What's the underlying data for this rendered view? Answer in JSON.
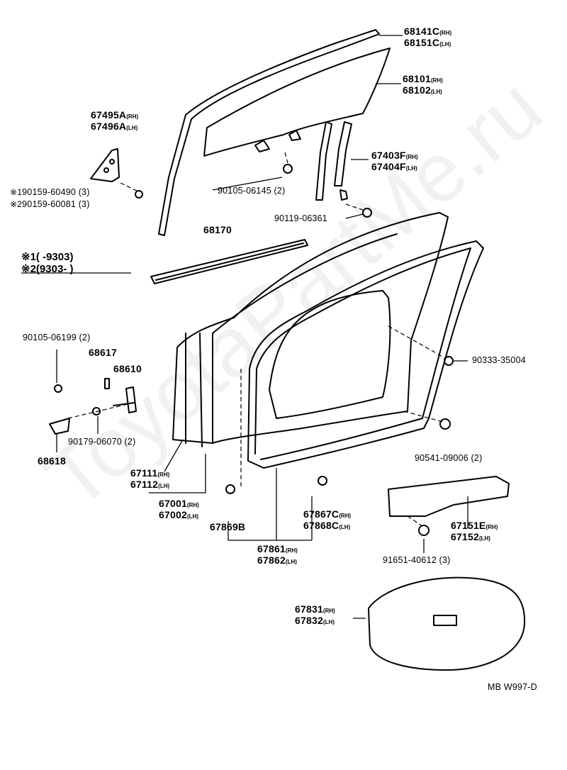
{
  "watermark": "ToyotaPartMe.ru",
  "drawing_code": "MB W997-D",
  "note": {
    "line1_mark": "※1",
    "line1_range": "(       -9303)",
    "line2_mark": "※2",
    "line2_range": "(9303-        )"
  },
  "labels": {
    "p68141": {
      "num": "68141C",
      "side": "(RH)"
    },
    "p68151": {
      "num": "68151C",
      "side": "(LH)"
    },
    "p68101": {
      "num": "68101",
      "side": "(RH)"
    },
    "p68102": {
      "num": "68102",
      "side": "(LH)"
    },
    "p67495": {
      "num": "67495A",
      "side": "(RH)"
    },
    "p67496": {
      "num": "67496A",
      "side": "(LH)"
    },
    "p67403": {
      "num": "67403F",
      "side": "(RH)"
    },
    "p67404": {
      "num": "67404F",
      "side": "(LH)"
    },
    "b90159a": {
      "mark": "※1",
      "text": "90159-60490 (3)"
    },
    "b90159b": {
      "mark": "※2",
      "text": "90159-60081 (3)"
    },
    "b90105a": "90105-06145 (2)",
    "b90119": "90119-06361",
    "p68170": "68170",
    "b90105b": "90105-06199 (2)",
    "p68617": "68617",
    "p68610": "68610",
    "b90333": "90333-35004",
    "b90179": "90179-06070 (2)",
    "p68618": "68618",
    "b90541": "90541-09006 (2)",
    "p67111": {
      "num": "67111",
      "side": "(RH)"
    },
    "p67112": {
      "num": "67112",
      "side": "(LH)"
    },
    "p67001": {
      "num": "67001",
      "side": "(RH)"
    },
    "p67002": {
      "num": "67002",
      "side": "(LH)"
    },
    "p67867": {
      "num": "67867C",
      "side": "(RH)"
    },
    "p67868": {
      "num": "67868C",
      "side": "(LH)"
    },
    "p67869": "67869B",
    "p67151": {
      "num": "67151E",
      "side": "(RH)"
    },
    "p67152": {
      "num": "67152",
      "side": "(LH)"
    },
    "p67861": {
      "num": "67861",
      "side": "(RH)"
    },
    "p67862": {
      "num": "67862",
      "side": "(LH)"
    },
    "b91651": "91651-40612 (3)",
    "p67831": {
      "num": "67831",
      "side": "(RH)"
    },
    "p67832": {
      "num": "67832",
      "side": "(LH)"
    }
  }
}
